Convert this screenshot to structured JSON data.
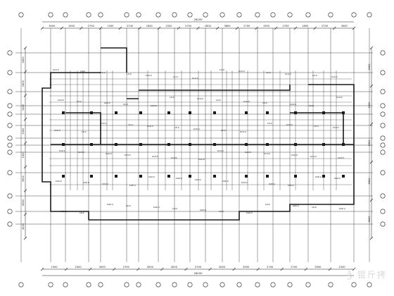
{
  "drawing": {
    "type": "structural-beam-plan",
    "line_color": "#1a1a1a",
    "background": "#ffffff",
    "overall_top": "28200",
    "overall_bottom": "28200",
    "top_spans": [
      "3000",
      "1500",
      "2700",
      "1300",
      "2700",
      "1800",
      "1500",
      "2700",
      "1800",
      "3600",
      "2700",
      "1500",
      "2700",
      "1800",
      "2700",
      "3000"
    ],
    "bottom_spans": [
      "1500",
      "2400",
      "3000",
      "2700",
      "3000",
      "3000",
      "2700",
      "3000",
      "3000",
      "2700",
      "2700",
      "3000",
      "1500"
    ],
    "left_dims": [
      "5400",
      "1800",
      "1400",
      "1500",
      "1500",
      "3900",
      "4500",
      "4100"
    ],
    "right_dims": [
      "3000",
      "1500",
      "1500",
      "4500",
      "4500"
    ],
    "marks": [
      "KL1(1)",
      "KL2(2)",
      "KL3(1)",
      "KL4(3)",
      "KL5(2)",
      "KL6(1)",
      "L1(1)",
      "L2(2)",
      "L3(1)",
      "KL7(2)",
      "KL8(1)",
      "L4(2)"
    ],
    "watermark": "ʒ̃ 锟斤拷"
  }
}
